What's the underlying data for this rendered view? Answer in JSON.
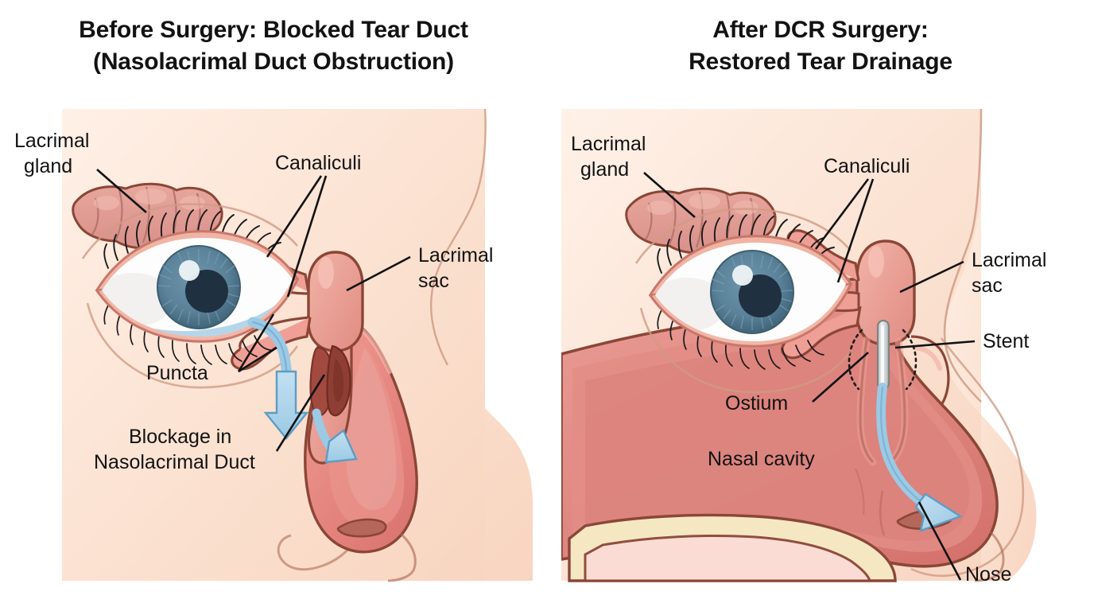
{
  "figure": {
    "type": "medical-illustration-comparison",
    "background_color": "#ffffff",
    "panel_background_gradient": [
      "#fbe3d4",
      "#ffeee3"
    ],
    "title_color": "#121212",
    "label_color": "#121212"
  },
  "panels": [
    {
      "id": "before",
      "title_line1": "Before Surgery: Blocked Tear Duct",
      "title_line2": "(Nasolacrimal Duct Obstruction)",
      "labels": [
        {
          "name": "lacrimal-gland",
          "line1": "Lacrimal",
          "line2": "gland"
        },
        {
          "name": "canaliculi",
          "line1": "Canaliculi",
          "line2": ""
        },
        {
          "name": "lacrimal-sac",
          "line1": "Lacrimal",
          "line2": "sac"
        },
        {
          "name": "puncta",
          "line1": "Puncta",
          "line2": ""
        },
        {
          "name": "blockage",
          "line1": "Blockage in",
          "line2": "Nasolacrimal Duct"
        }
      ],
      "anatomy": {
        "skin": "#fbe0cf",
        "duct_wall": "#e79b8e",
        "duct_lumen": "#ef9f95",
        "lacrimal_sac": "#e8978c",
        "gland": "#dd9c93",
        "nasal_mucosa": "#e8837e",
        "blockage_color": "#a84b40",
        "tear_flow": "#a8cfe6",
        "outline": "#7d4132",
        "iris": "#5c8299",
        "pupil": "#1f3040",
        "sclera": "#fdfdfd"
      },
      "features": [
        "blocked nasolacrimal duct",
        "tear overflow down cheek",
        "dark red obstruction plug",
        "blue tear-flow arrows stopped at blockage"
      ]
    },
    {
      "id": "after",
      "title_line1": "After DCR Surgery:",
      "title_line2": "Restored Tear Drainage",
      "labels": [
        {
          "name": "lacrimal-gland",
          "line1": "Lacrimal",
          "line2": "gland"
        },
        {
          "name": "canaliculi",
          "line1": "Canaliculi",
          "line2": ""
        },
        {
          "name": "lacrimal-sac",
          "line1": "Lacrimal",
          "line2": "sac"
        },
        {
          "name": "stent",
          "line1": "Stent",
          "line2": ""
        },
        {
          "name": "ostium",
          "line1": "Ostium",
          "line2": ""
        },
        {
          "name": "nasal-cavity",
          "line1": "Nasal cavity",
          "line2": ""
        },
        {
          "name": "nose",
          "line1": "Nose",
          "line2": ""
        }
      ],
      "anatomy": {
        "skin": "#fbe0cf",
        "duct_wall": "#e79b8e",
        "nasal_mucosa": "#e08a84",
        "nasal_mucosa_deep": "#d9746f",
        "palate_bone": "#f6e7c3",
        "stent_body": "#d8dbdc",
        "stent_outline": "#8b8f90",
        "tear_flow": "#a8cfe6",
        "outline": "#7d4132",
        "iris": "#5c8299",
        "pupil": "#1f3040",
        "sclera": "#fdfdfd"
      },
      "features": [
        "surgically created ostium (dotted outline)",
        "silicone stent in new passage",
        "blue arrow showing restored drainage into nasal cavity",
        "open nasal cavity"
      ]
    }
  ]
}
